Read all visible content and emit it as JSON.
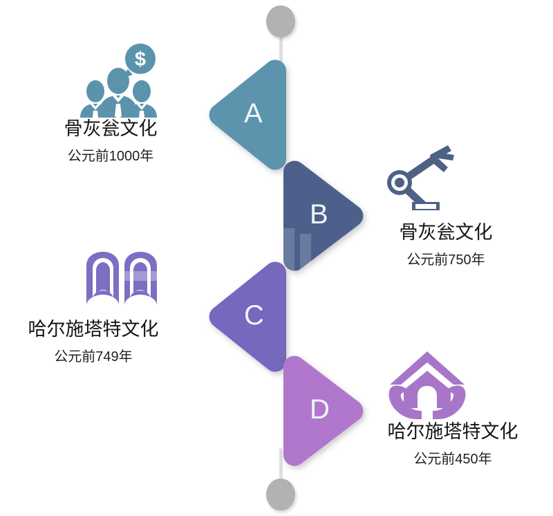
{
  "figure": {
    "type": "vertical-timeline-infographic",
    "background": "#ffffff",
    "spine": {
      "line_color": "#dedede",
      "endpoint_dot_color": "#b2b2b2",
      "endpoints": [
        "top",
        "bottom"
      ]
    }
  },
  "nodes": [
    {
      "letter": "A",
      "title": "骨灰瓮文化",
      "date": "公元前1000年",
      "color": "#5b93ad",
      "direction": "left",
      "side": "left",
      "icon": "business-people-dollar-icon",
      "icon_color": "#5b93ad"
    },
    {
      "letter": "B",
      "title": "骨灰瓮文化",
      "date": "公元前750年",
      "color": "#4d618c",
      "direction": "right",
      "side": "right",
      "icon": "robot-arm-icon",
      "icon_color": "#4e6185"
    },
    {
      "letter": "C",
      "title": "哈尔施塔特文化",
      "date": "公元前749年",
      "color": "#7468bd",
      "direction": "left",
      "side": "left",
      "icon": "open-book-icon",
      "icon_color": "#7b6fc4"
    },
    {
      "letter": "D",
      "title": "哈尔施塔特文化",
      "date": "公元前450年",
      "color": "#b077cc",
      "direction": "right",
      "side": "right",
      "icon": "house-in-hands-icon",
      "icon_color": "#a876c8"
    }
  ]
}
